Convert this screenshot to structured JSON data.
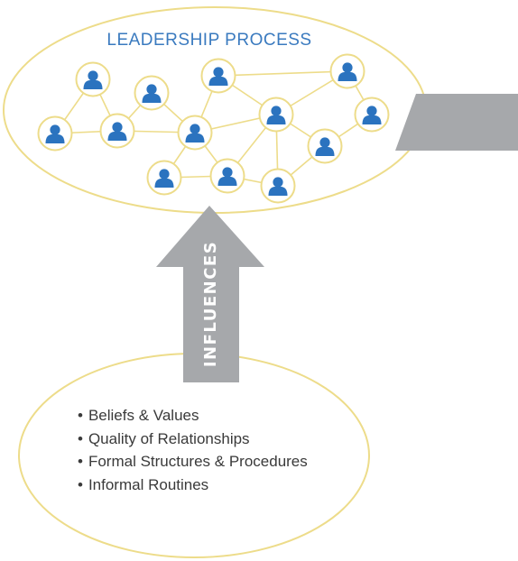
{
  "title": "LEADERSHIP PROCESS",
  "arrow_label": "INFLUENCES",
  "factors": [
    "Beliefs & Values",
    "Quality of Relationships",
    "Formal Structures & Procedures",
    "Informal Routines"
  ],
  "colors": {
    "ring": "#eddc8a",
    "node_fill": "#ffffff",
    "person": "#2b73bf",
    "edge": "#eddc8a",
    "arrow": "#a6a8ab",
    "title": "#3a7abf"
  },
  "icons": {
    "node": "person-icon",
    "arrow": "up-arrow",
    "side_shape": "gray-parallelogram"
  }
}
